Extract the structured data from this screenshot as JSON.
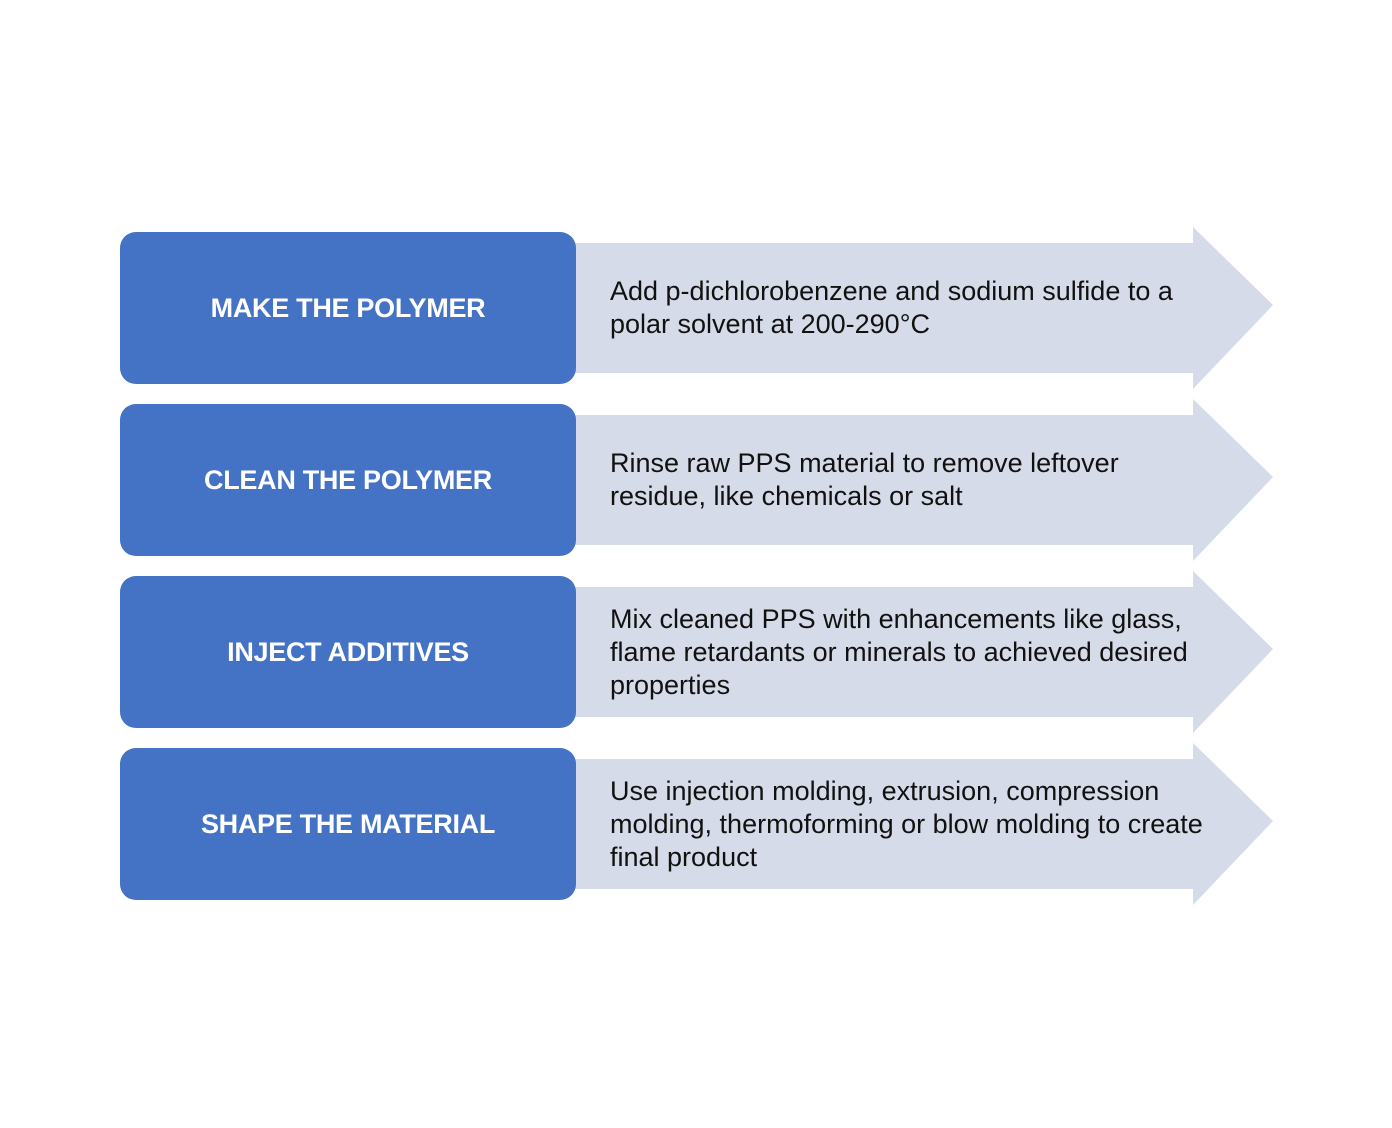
{
  "colors": {
    "step_box": "#4472C4",
    "arrow": "#D5DBE8"
  },
  "steps": [
    {
      "title": "MAKE THE POLYMER",
      "description": "Add p-dichlorobenzene and sodium sulfide to a polar solvent at 200-290°C"
    },
    {
      "title": "CLEAN THE POLYMER",
      "description": "Rinse raw PPS material to remove leftover residue, like chemicals or salt"
    },
    {
      "title": "INJECT ADDITIVES",
      "description": "Mix cleaned PPS with enhancements like glass, flame retardants or minerals to achieved desired properties"
    },
    {
      "title": "SHAPE THE MATERIAL",
      "description": "Use injection molding, extrusion, compression molding, thermoforming or blow molding to create final product"
    }
  ]
}
